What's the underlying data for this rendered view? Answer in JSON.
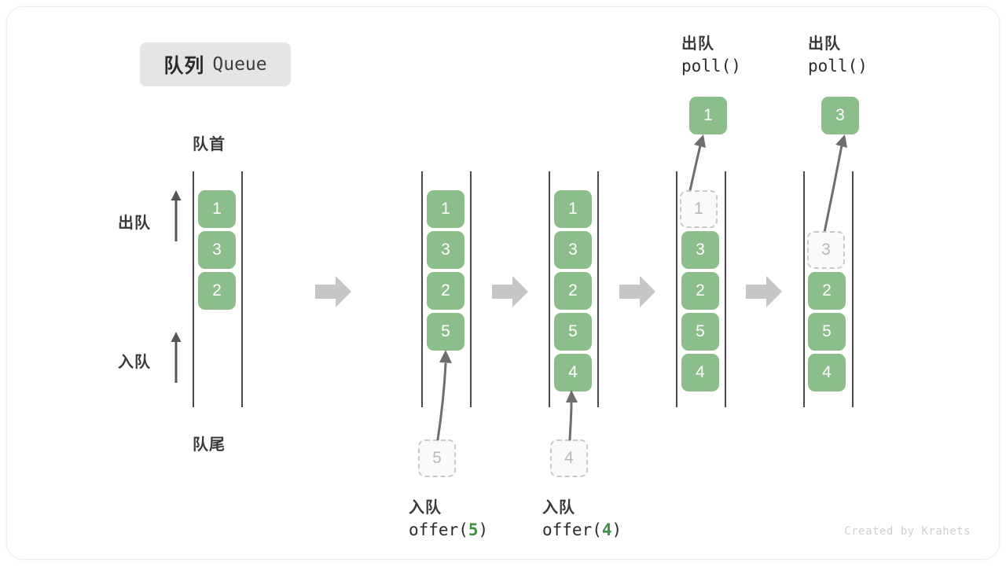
{
  "title": {
    "cn": "队列",
    "en": "Queue"
  },
  "axis": {
    "head_label": "队首",
    "tail_label": "队尾",
    "dequeue_label": "出队",
    "enqueue_label": "入队"
  },
  "colors": {
    "element_fill": "#8cbe8c",
    "element_text": "#ffffff",
    "ghost_fill": "#fafafa",
    "ghost_border": "#c9c9c9",
    "ghost_text": "#b8b8b8",
    "rail": "#4a4a4a",
    "step_arrow": "#c6c6c6",
    "badge_bg": "#e5e5e5",
    "code_accent": "#3f8f45",
    "text": "#3a3a3a",
    "watermark": "#cfcfcf"
  },
  "stages": [
    {
      "id": "stage-initial",
      "cells": [
        "1",
        "3",
        "2"
      ],
      "ghost_top": null,
      "ghost_bottom": null,
      "caption": null
    },
    {
      "id": "stage-offer-5",
      "cells": [
        "1",
        "3",
        "2",
        "5"
      ],
      "ghost_top": null,
      "ghost_bottom": "5",
      "caption": {
        "cn": "入队",
        "fn": "offer(",
        "arg": "5",
        "close": ")"
      }
    },
    {
      "id": "stage-offer-4",
      "cells": [
        "1",
        "3",
        "2",
        "5",
        "4"
      ],
      "ghost_top": null,
      "ghost_bottom": "4",
      "caption": {
        "cn": "入队",
        "fn": "offer(",
        "arg": "4",
        "close": ")"
      }
    },
    {
      "id": "stage-poll-1",
      "cells": [
        "3",
        "2",
        "5",
        "4"
      ],
      "ghost_top": "1",
      "ghost_bottom": null,
      "popped": "1",
      "caption_top": {
        "cn": "出队",
        "fn": "poll()"
      }
    },
    {
      "id": "stage-poll-3",
      "cells": [
        "2",
        "5",
        "4"
      ],
      "ghost_top": "3",
      "ghost_bottom": null,
      "popped": "3",
      "caption_top": {
        "cn": "出队",
        "fn": "poll()"
      }
    }
  ],
  "watermark": "Created by Krahets"
}
